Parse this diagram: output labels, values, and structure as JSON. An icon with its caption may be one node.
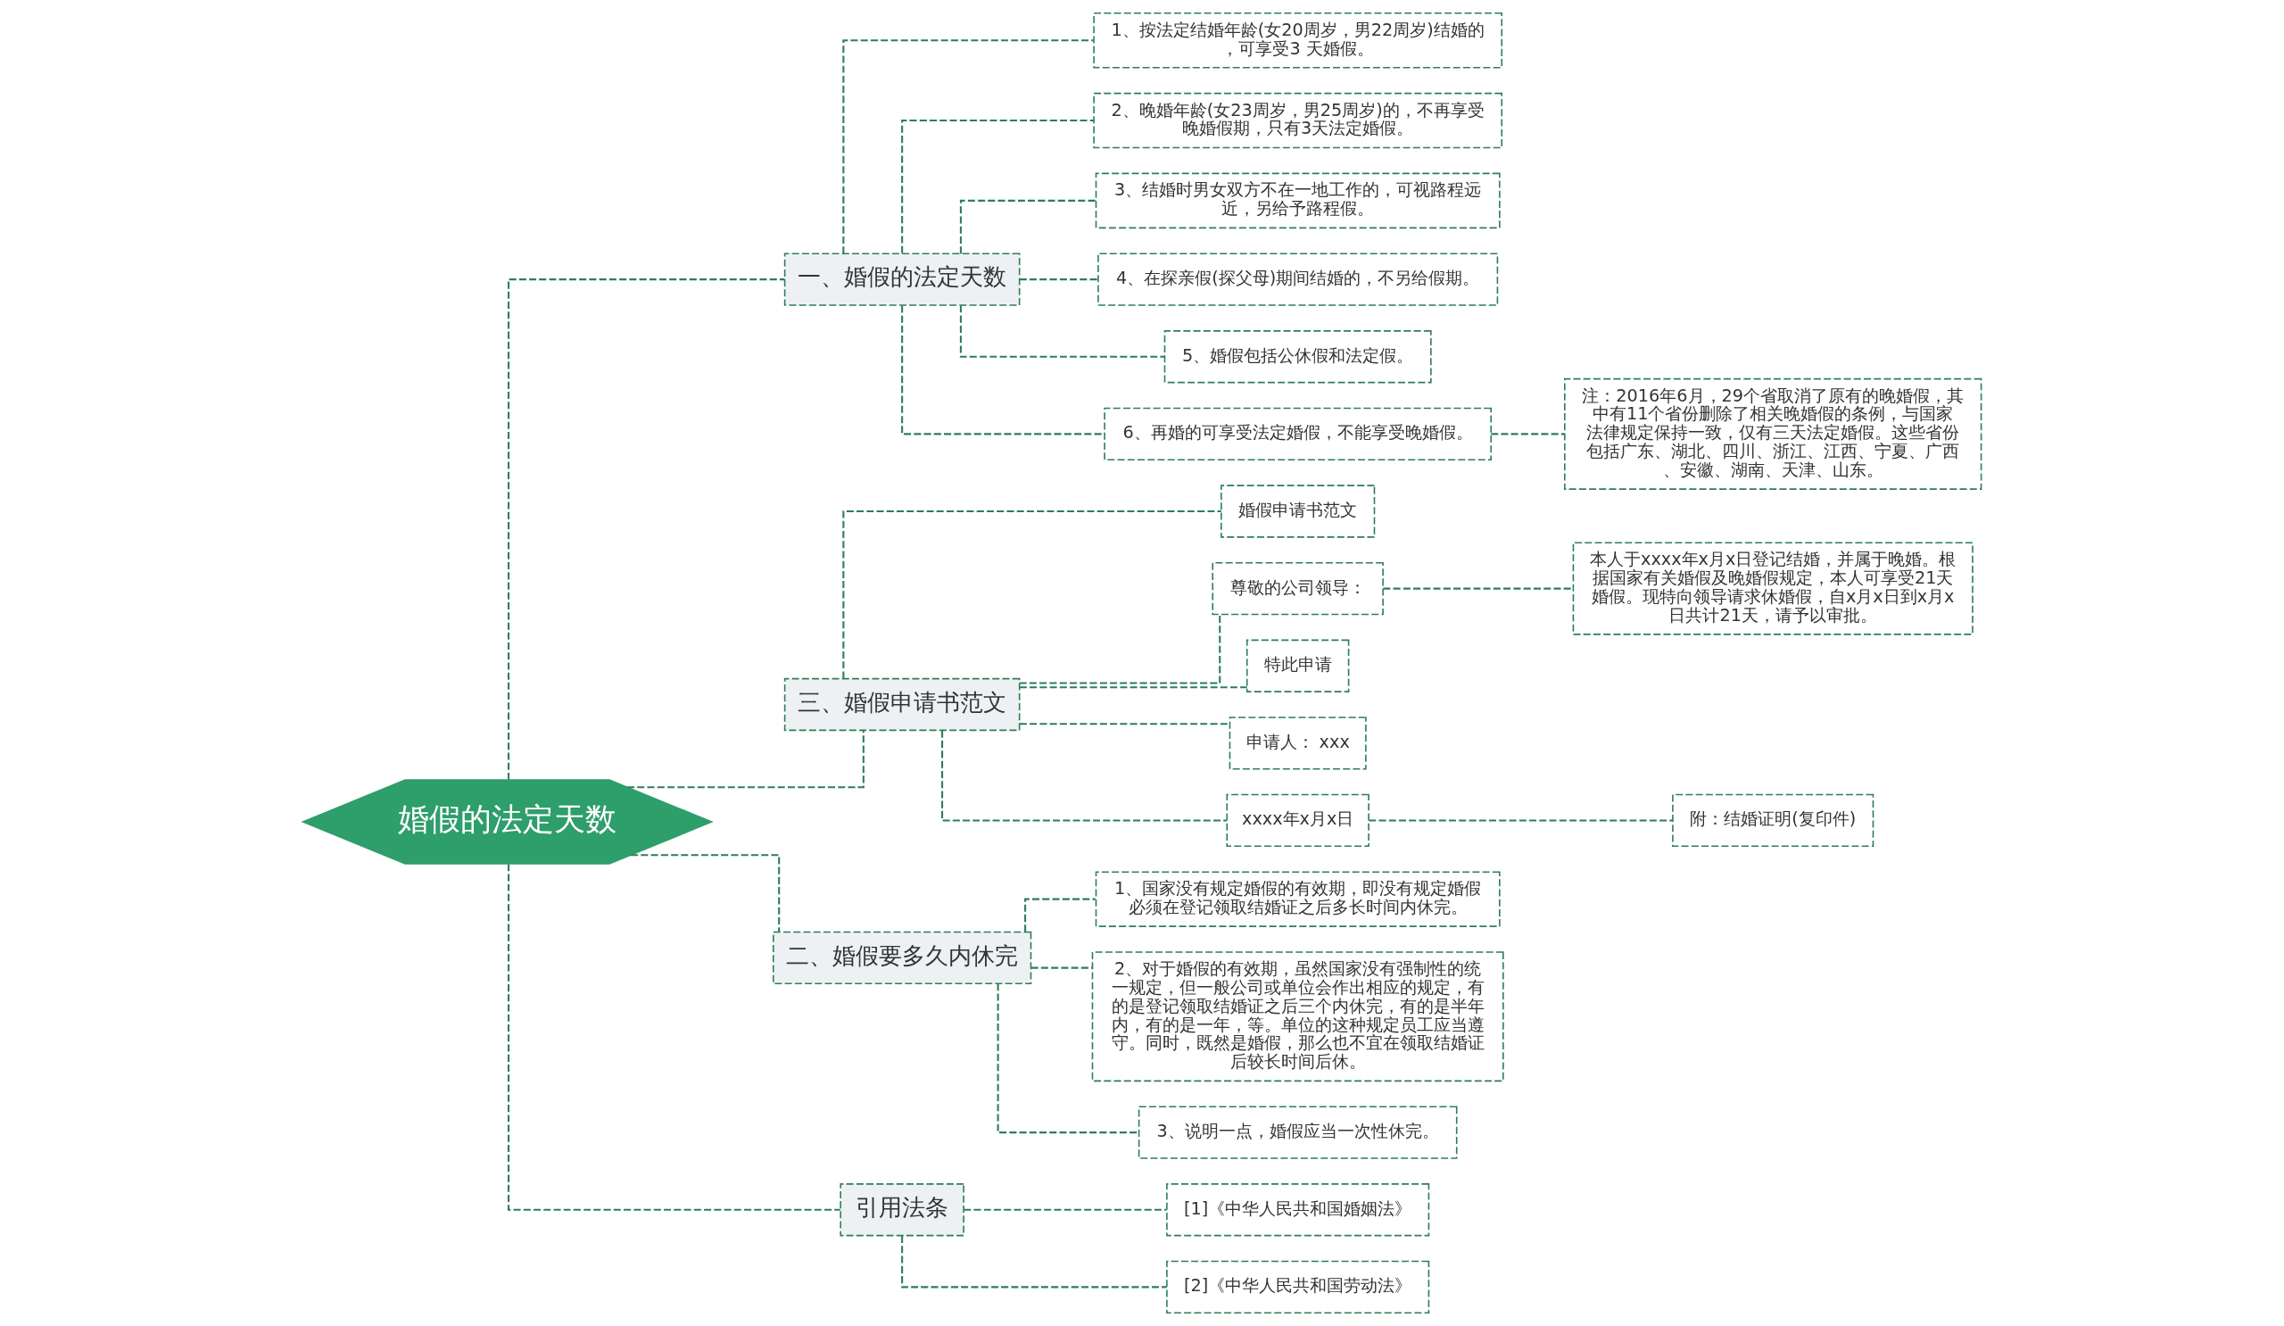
{
  "diagram": {
    "nodes": [
      {
        "text": [
          "婚假的法定天数"
        ]
      },
      {
        "text": [
          "一、婚假的法定天数"
        ]
      },
      {
        "text": [
          "1、按法定结婚年龄(女20周岁，男22周岁)结婚的，可享受3 天婚假。"
        ]
      },
      {
        "text": [
          "2、晚婚年龄(女23周岁，男25周岁)的，不再享受晚婚假期，只有3天法定婚假。"
        ]
      },
      {
        "text": [
          "3、结婚时男女双方不在一地工作的，可视路程远近，另给予路程假。"
        ]
      },
      {
        "text": [
          "4、在探亲假(探父母)期间结婚的，不另给假期。"
        ]
      },
      {
        "text": [
          "5、婚假包括公休假和法定假。"
        ]
      },
      {
        "text": [
          "6、再婚的可享受法定婚假，不能享受晚婚假。"
        ]
      },
      {
        "text": [
          "注：2016年6月，29个省取消了原有的晚婚假，其中有11个省份删除了相关晚婚假的条例，与国家法律规定保持一致，仅有三天法定婚假。这些省份包括广东、湖北、四川、浙江、江西、宁夏、广西、安徽、湖南、天津、山东。"
        ]
      },
      {
        "text": [
          "三、婚假申请书范文"
        ]
      },
      {
        "text": [
          "婚假申请书范文"
        ]
      },
      {
        "text": [
          "尊敬的公司领导："
        ]
      },
      {
        "text": [
          "本人于xxxx年x月x日登记结婚，并属于晚婚。根据国家有关婚假及晚婚假规定，本人可享受21天婚假。现特向领导请求休婚假，自x月x日到x月x日共计21天，请予以审批。"
        ]
      },
      {
        "text": [
          "特此申请"
        ]
      },
      {
        "text": [
          "申请人： xxx"
        ]
      },
      {
        "text": [
          "xxxx年x月x日"
        ]
      },
      {
        "text": [
          "附：结婚证明(复印件)"
        ]
      },
      {
        "text": [
          "二、婚假要多久内休完"
        ]
      },
      {
        "text": [
          "1、国家没有规定婚假的有效期，即没有规定婚假必须在登记领取结婚证之后多长时间内休完。"
        ]
      },
      {
        "text": [
          "2、对于婚假的有效期，虽然国家没有强制性的统一规定，但一般公司或单位会作出相应的规定，有的是登记领取结婚证之后三个内休完，有的是半年内，有的是一年，等。单位的这种规定员工应当遵守。同时，既然是婚假，那么也不宜在领取结婚证后较长时间后休。"
        ]
      },
      {
        "text": [
          "3、说明一点，婚假应当一次性休完。"
        ]
      },
      {
        "text": [
          "引用法条"
        ]
      },
      {
        "text": [
          "[1]《中华人民共和国婚姻法》"
        ]
      },
      {
        "text": [
          "[2]《中华人民共和国劳动法》"
        ]
      }
    ],
    "edges": [
      {
        "from": 0,
        "to": 1,
        "arrow": "none"
      },
      {
        "from": 1,
        "to": 2,
        "arrow": "none"
      },
      {
        "from": 1,
        "to": 3,
        "arrow": "none"
      },
      {
        "from": 1,
        "to": 4,
        "arrow": "none"
      },
      {
        "from": 1,
        "to": 5,
        "arrow": "none"
      },
      {
        "from": 1,
        "to": 6,
        "arrow": "none"
      },
      {
        "from": 1,
        "to": 7,
        "arrow": "none"
      },
      {
        "from": 7,
        "to": 8,
        "arrow": "none"
      },
      {
        "from": 0,
        "to": 9,
        "arrow": "none"
      },
      {
        "from": 9,
        "to": 10,
        "arrow": "none"
      },
      {
        "from": 9,
        "to": 11,
        "arrow": "none"
      },
      {
        "from": 11,
        "to": 12,
        "arrow": "none"
      },
      {
        "from": 9,
        "to": 13,
        "arrow": "none"
      },
      {
        "from": 9,
        "to": 14,
        "arrow": "none"
      },
      {
        "from": 9,
        "to": 15,
        "arrow": "none"
      },
      {
        "from": 15,
        "to": 16,
        "arrow": "none"
      },
      {
        "from": 0,
        "to": 17,
        "arrow": "none"
      },
      {
        "from": 17,
        "to": 18,
        "arrow": "none"
      },
      {
        "from": 17,
        "to": 19,
        "arrow": "none"
      },
      {
        "from": 17,
        "to": 20,
        "arrow": "none"
      },
      {
        "from": 0,
        "to": 21,
        "arrow": "none"
      },
      {
        "from": 21,
        "to": 22,
        "arrow": "none"
      },
      {
        "from": 21,
        "to": 23,
        "arrow": "none"
      }
    ]
  }
}
